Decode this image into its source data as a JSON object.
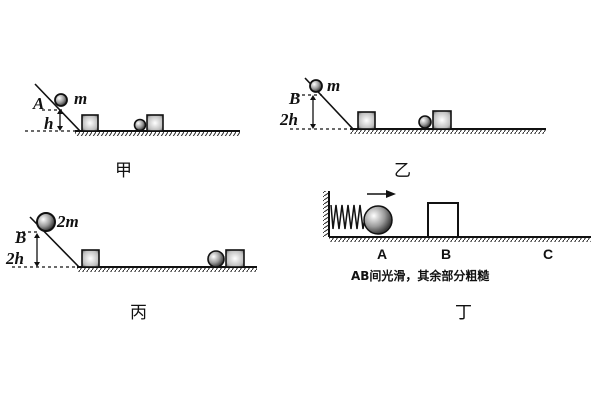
{
  "panels": {
    "jia": {
      "caption": "甲",
      "point_label": "A",
      "mass_label": "m",
      "height_label": "h"
    },
    "yi": {
      "caption": "乙",
      "point_label": "B",
      "mass_label": "m",
      "height_label": "2h"
    },
    "bing": {
      "caption": "丙",
      "point_label": "B",
      "mass_label": "2m",
      "height_label": "2h"
    },
    "ding": {
      "caption": "丁",
      "points": [
        "A",
        "B",
        "C"
      ],
      "note": "AB间光滑，其余部分粗糙"
    }
  }
}
